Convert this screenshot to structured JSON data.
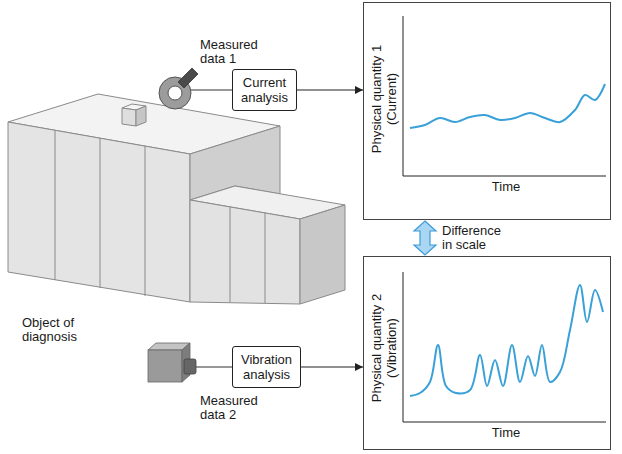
{
  "diagram": {
    "nodes": [
      {
        "text": [
          "Current analysis"
        ]
      },
      {
        "text": [
          "Physical quantity 1 (Current)",
          "Time"
        ]
      },
      {
        "text": [
          "Physical quantity 2 (Vibration)",
          "Time"
        ]
      },
      {
        "text": [
          "Vibration analysis"
        ]
      }
    ],
    "edges": [
      {
        "from": 0,
        "to": 1,
        "arrow": "to"
      },
      {
        "from": 1,
        "to": 2,
        "arrow": "both",
        "label": "Difference in scale"
      },
      {
        "from": 3,
        "to": 2,
        "arrow": "to"
      }
    ],
    "labels": [
      "Measured data 1",
      "Object of diagnosis",
      "Measured data 2"
    ]
  }
}
